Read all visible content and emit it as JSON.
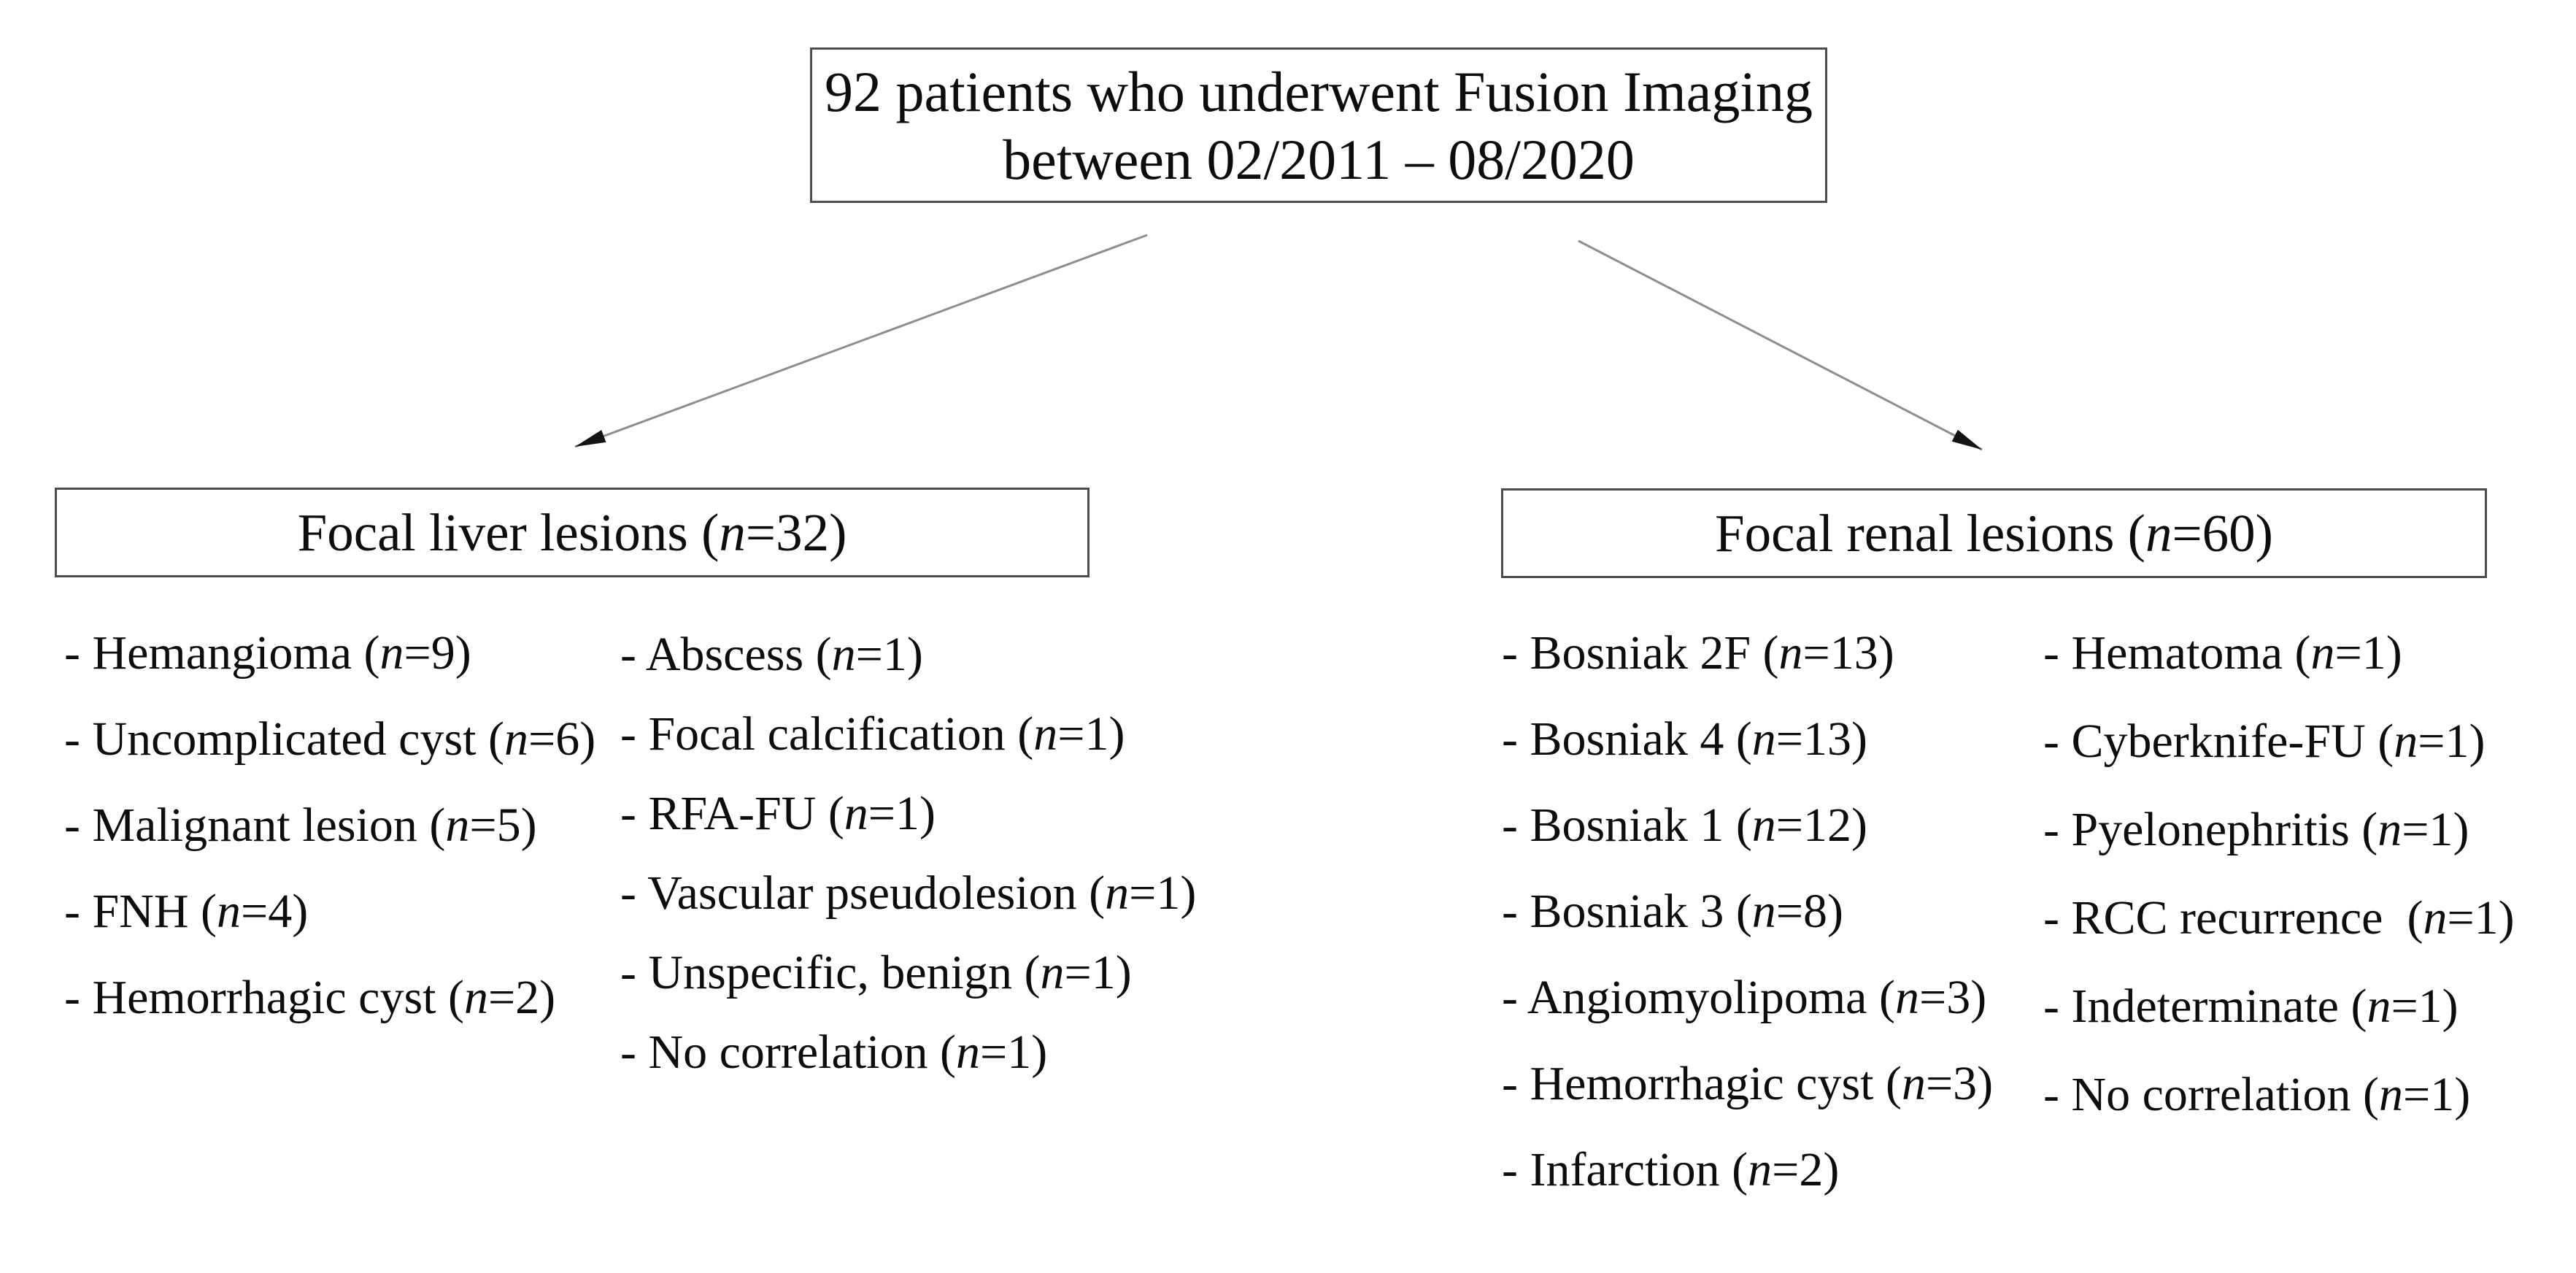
{
  "figure": {
    "background_color": "#ffffff",
    "text_color": "#0d0d0d",
    "box_border_color": "#4d4d4d",
    "arrow_line_color": "#8e8e8e",
    "arrow_head_color": "#141414"
  },
  "root_box": {
    "line1": "92 patients who underwent Fusion Imaging",
    "line2": "between 02/2011 – 08/2020"
  },
  "item_format": {
    "bullet": "- ",
    "space": " ",
    "open": "(",
    "n_var": "n",
    "eq": "=",
    "close": ")"
  },
  "branches": [
    {
      "id": "liver",
      "title": "Focal liver lesions",
      "count": "32",
      "columns": [
        [
          {
            "label": "Hemangioma",
            "count": "9"
          },
          {
            "label": "Uncomplicated cyst",
            "count": "6"
          },
          {
            "label": "Malignant lesion",
            "count": "5"
          },
          {
            "label": "FNH",
            "count": "4"
          },
          {
            "label": "Hemorrhagic cyst",
            "count": "2"
          }
        ],
        [
          {
            "label": "Abscess",
            "count": "1"
          },
          {
            "label": "Focal calcification",
            "count": "1"
          },
          {
            "label": "RFA-FU",
            "count": "1"
          },
          {
            "label": "Vascular pseudolesion",
            "count": "1"
          },
          {
            "label": "Unspecific, benign",
            "count": "1"
          },
          {
            "label": "No correlation",
            "count": "1"
          }
        ]
      ]
    },
    {
      "id": "renal",
      "title": "Focal renal lesions",
      "count": "60",
      "columns": [
        [
          {
            "label": "Bosniak 2F",
            "count": "13"
          },
          {
            "label": "Bosniak 4",
            "count": "13"
          },
          {
            "label": "Bosniak 1",
            "count": "12"
          },
          {
            "label": "Bosniak 3",
            "count": "8"
          },
          {
            "label": "Angiomyolipoma",
            "count": "3"
          },
          {
            "label": "Hemorrhagic cyst",
            "count": "3"
          },
          {
            "label": "Infarction",
            "count": "2"
          }
        ],
        [
          {
            "label": "Hematoma",
            "count": "1"
          },
          {
            "label": "Cyberknife-FU",
            "count": "1"
          },
          {
            "label": "Pyelonephritis",
            "count": "1"
          },
          {
            "label": "RCC recurrence ",
            "count": "1"
          },
          {
            "label": "Indeterminate",
            "count": "1"
          },
          {
            "label": "No correlation",
            "count": "1"
          }
        ]
      ]
    }
  ]
}
